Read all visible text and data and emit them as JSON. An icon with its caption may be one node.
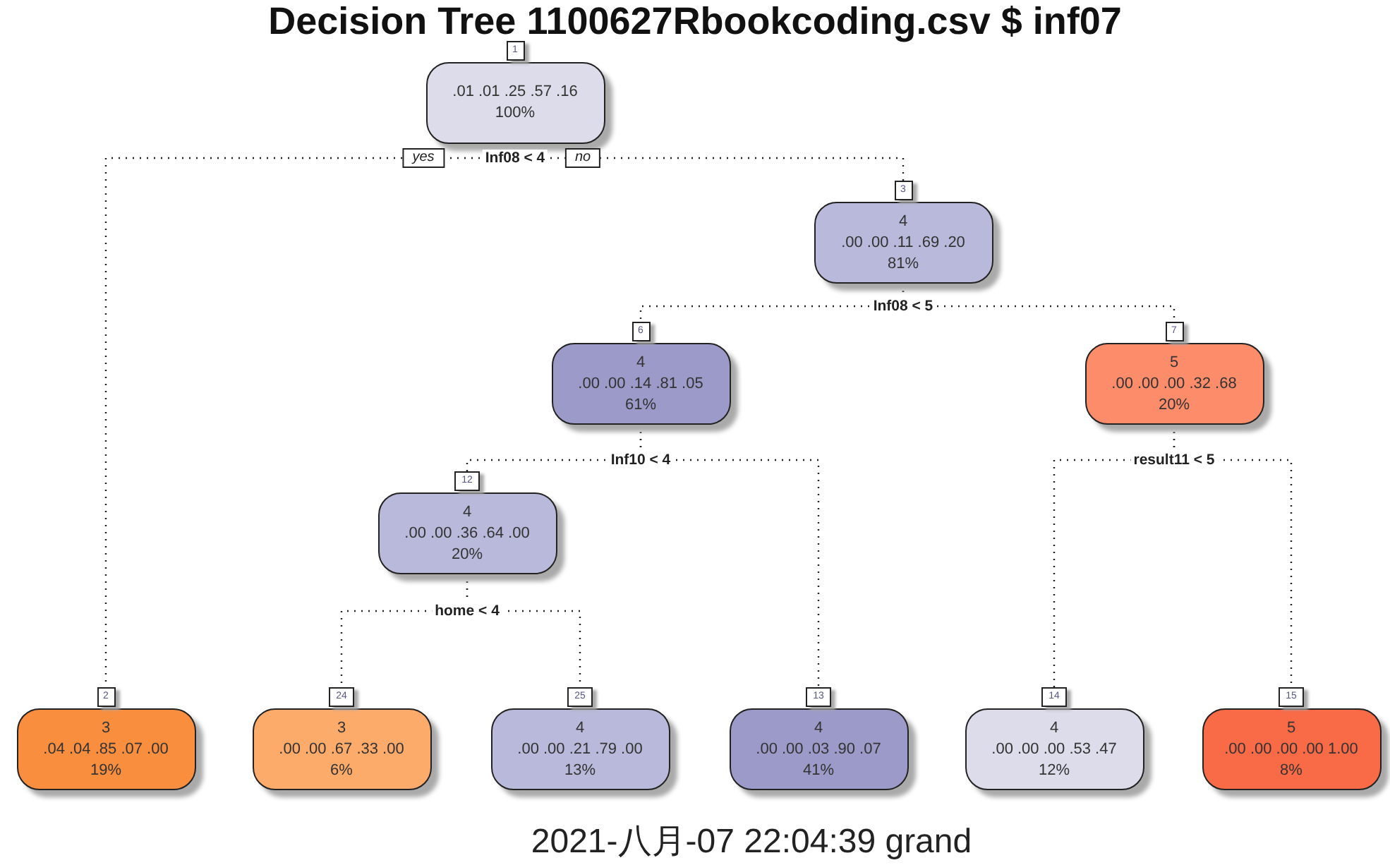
{
  "diagram": {
    "title": "Decision Tree 1100627Rbookcoding.csv $ inf07",
    "caption": "2021-八月-07 22:04:39 grand",
    "nodes": [
      {
        "text": [
          ".01 .01 .25 .57 .16",
          "100%"
        ],
        "beside": [
          "1"
        ]
      },
      {
        "text": [
          "3",
          ".04 .04 .85 .07 .00",
          "19%"
        ],
        "beside": [
          "2"
        ]
      },
      {
        "text": [
          "4",
          ".00 .00 .11 .69 .20",
          "81%"
        ],
        "beside": [
          "3"
        ]
      },
      {
        "text": [
          "4",
          ".00 .00 .14 .81 .05",
          "61%"
        ],
        "beside": [
          "6"
        ]
      },
      {
        "text": [
          "5",
          ".00 .00 .00 .32 .68",
          "20%"
        ],
        "beside": [
          "7"
        ]
      },
      {
        "text": [
          "4",
          ".00 .00 .36 .64 .00",
          "20%"
        ],
        "beside": [
          "12"
        ]
      },
      {
        "text": [
          "3",
          ".00 .00 .67 .33 .00",
          "6%"
        ],
        "beside": [
          "24"
        ]
      },
      {
        "text": [
          "4",
          ".00 .00 .21 .79 .00",
          "13%"
        ],
        "beside": [
          "25"
        ]
      },
      {
        "text": [
          "4",
          ".00 .00 .03 .90 .07",
          "41%"
        ],
        "beside": [
          "13"
        ]
      },
      {
        "text": [
          "4",
          ".00 .00 .00 .53 .47",
          "12%"
        ],
        "beside": [
          "14"
        ]
      },
      {
        "text": [
          "5",
          ".00 .00 .00 .00 1.00",
          "8%"
        ],
        "beside": [
          "15"
        ]
      }
    ],
    "edges": [
      {
        "from": 0,
        "to": 1,
        "arrow": "none",
        "label": "yes"
      },
      {
        "from": 0,
        "to": 2,
        "arrow": "none",
        "label": "no"
      },
      {
        "from": 2,
        "to": 3,
        "arrow": "none"
      },
      {
        "from": 2,
        "to": 4,
        "arrow": "none"
      },
      {
        "from": 3,
        "to": 5,
        "arrow": "none"
      },
      {
        "from": 3,
        "to": 8,
        "arrow": "none"
      },
      {
        "from": 5,
        "to": 6,
        "arrow": "none"
      },
      {
        "from": 5,
        "to": 7,
        "arrow": "none"
      },
      {
        "from": 4,
        "to": 9,
        "arrow": "none"
      },
      {
        "from": 4,
        "to": 10,
        "arrow": "none"
      }
    ],
    "labels": [
      "Inf08 < 4",
      "Inf08 < 5",
      "Inf10 < 4",
      "result11 < 5",
      "home < 4"
    ]
  }
}
